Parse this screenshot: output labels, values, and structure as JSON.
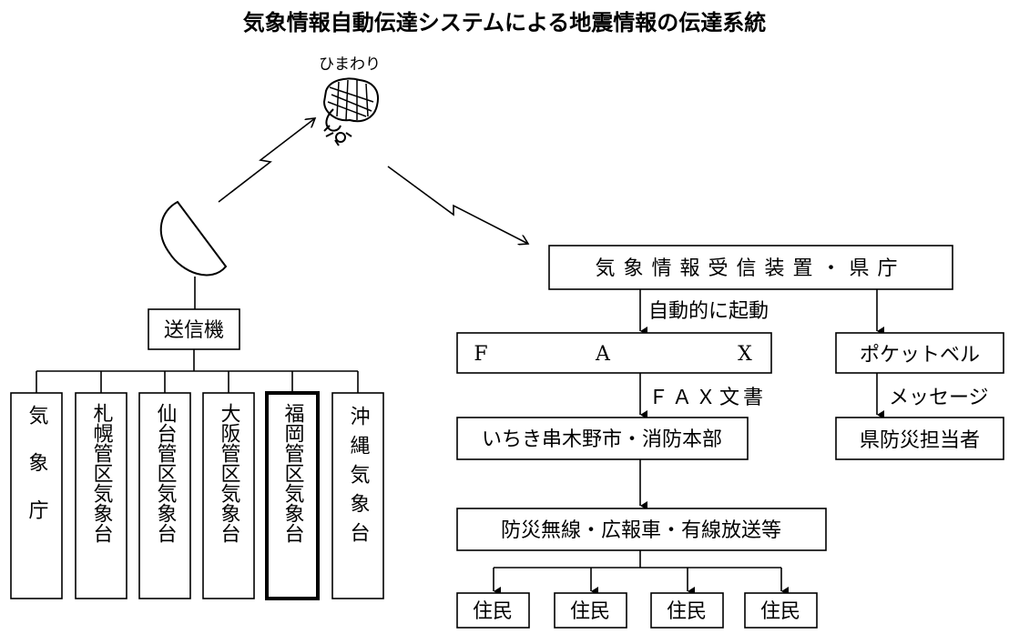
{
  "title": "気象情報自動伝達システムによる地震情報の伝達系統",
  "satellite": {
    "label": "ひまわり",
    "icon": "satellite-icon"
  },
  "left": {
    "dish_icon": "satellite-dish-icon",
    "transmitter": "送信機",
    "offices": [
      {
        "label": "気象庁",
        "highlighted": false
      },
      {
        "label": "札幌管区気象台",
        "highlighted": false
      },
      {
        "label": "仙台管区気象台",
        "highlighted": false
      },
      {
        "label": "大阪管区気象台",
        "highlighted": false
      },
      {
        "label": "福岡管区気象台",
        "highlighted": true
      },
      {
        "label": "沖縄気象台",
        "highlighted": false
      }
    ]
  },
  "right": {
    "receiver": "気象情報受信装置・県庁",
    "auto_start": "自動的に起動",
    "fax": [
      "F",
      "A",
      "X"
    ],
    "fax_doc": "ＦＡＸ文書",
    "fire_hq": "いちき串木野市・消防本部",
    "broadcast": "防災無線・広報車・有線放送等",
    "residents": [
      "住民",
      "住民",
      "住民",
      "住民"
    ],
    "pager": "ポケットベル",
    "message": "メッセージ",
    "officer": "県防災担当者"
  }
}
